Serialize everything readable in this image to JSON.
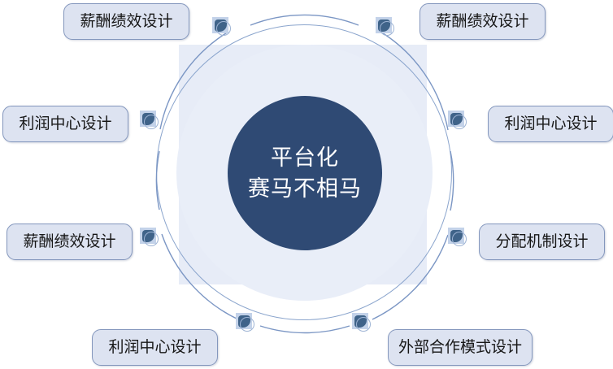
{
  "diagram": {
    "center": {
      "line1": "平台化",
      "line2": "赛马不相马",
      "fill_color": "#2f4a74",
      "text_color": "#ffffff"
    },
    "ring": {
      "halo_color": "#e9eef8",
      "outline_color": "#8ba5cd",
      "backdrop_square_color": "#dfe6f4"
    },
    "label_style": {
      "fill_color": "#dde3f1",
      "border_color": "#8497bd",
      "text_color": "#171717"
    },
    "marker_style": {
      "chip_color": "#c3d2e9",
      "glyph_color": "#3f6389",
      "arc_color": "#9db3d4",
      "icon_name": "rounded-tab-icon"
    },
    "nodes": [
      {
        "id": "top-left",
        "label": "薪酬绩效设计",
        "icon": "rounded-tab-icon"
      },
      {
        "id": "top-right",
        "label": "薪酬绩效设计",
        "icon": "rounded-tab-icon"
      },
      {
        "id": "left-upper",
        "label": "利润中心设计",
        "icon": "rounded-tab-icon"
      },
      {
        "id": "right-upper",
        "label": "利润中心设计",
        "icon": "rounded-tab-icon"
      },
      {
        "id": "left-lower",
        "label": "薪酬绩效设计",
        "icon": "rounded-tab-icon"
      },
      {
        "id": "right-lower",
        "label": "分配机制设计",
        "icon": "rounded-tab-icon"
      },
      {
        "id": "bottom-left",
        "label": "利润中心设计",
        "icon": "rounded-tab-icon"
      },
      {
        "id": "bottom-right",
        "label": "外部合作模式设计",
        "icon": "rounded-tab-icon"
      }
    ]
  }
}
